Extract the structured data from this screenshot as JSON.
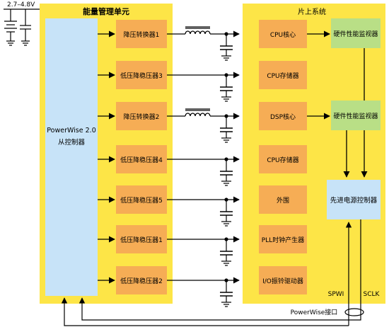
{
  "supply": {
    "voltage_label": "2.7–4.8V"
  },
  "pmu": {
    "title": "能量管理单元",
    "controller_line1": "PowerWise 2.0",
    "controller_line2": "从控制器",
    "regulators": [
      "降压转换器1",
      "低压降稳压器3",
      "降压转换器2",
      "低压降稳压器4",
      "低压降稳压器5",
      "低压降稳压器1",
      "低压降稳压器2"
    ]
  },
  "soc": {
    "title": "片上系统",
    "loads": [
      "CPU核心",
      "CPU存储器",
      "DSP核心",
      "CPU存储器",
      "外围",
      "PLL时钟产生器",
      "I/O振铃驱动器"
    ],
    "monitor_1": "硬件性能监视器",
    "monitor_2": "硬件性能监视器",
    "controller": "先进电源控制器",
    "spwi_label": "SPWI",
    "sclk_label": "SCLK"
  },
  "interface_label": "PowerWise接口",
  "colors": {
    "panel_yellow": "#fde547",
    "controller_blue": "#c7e3f8",
    "regulator_orange": "#f6ad55",
    "monitor_green": "#b9df86",
    "wire": "#000000"
  }
}
